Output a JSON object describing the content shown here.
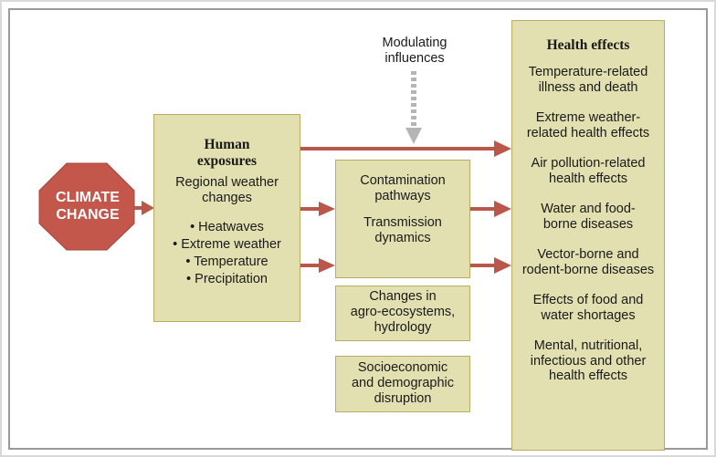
{
  "climate": {
    "line1": "CLIMATE",
    "line2": "CHANGE"
  },
  "human": {
    "title_line1": "Human",
    "title_line2": "exposures",
    "sub_line1": "Regional weather",
    "sub_line2": "changes",
    "items": [
      "• Heatwaves",
      "• Extreme weather",
      "• Temperature",
      "• Precipitation"
    ]
  },
  "modulating": {
    "line1": "Modulating",
    "line2": "influences"
  },
  "contamination": {
    "line1": "Contamination",
    "line2": "pathways",
    "line3": "Transmission",
    "line4": "dynamics"
  },
  "agro": {
    "line1": "Changes in",
    "line2": "agro-ecosystems,",
    "line3": "hydrology"
  },
  "socio": {
    "line1": "Socioeconomic",
    "line2": "and demographic",
    "line3": "disruption"
  },
  "health": {
    "title": "Health effects",
    "effects": [
      {
        "line1": "Temperature-related",
        "line2": "illness and death"
      },
      {
        "line1": "Extreme weather-",
        "line2": "related health effects"
      },
      {
        "line1": "Air pollution-related",
        "line2": "health effects"
      },
      {
        "line1": "Water and food-",
        "line2": "borne diseases"
      },
      {
        "line1": "Vector-borne and",
        "line2": "rodent-borne diseases"
      },
      {
        "line1": "Effects of food and",
        "line2": "water shortages"
      },
      {
        "line1": "Mental, nutritional,",
        "line2": "infectious and other",
        "line3": "health effects"
      }
    ]
  },
  "colors": {
    "box_fill": "#e2e0b0",
    "box_border": "#b9ad62",
    "arrow": "#b8574a",
    "octagon": "#c4574c",
    "dotted_arrow": "#b5b5b5"
  }
}
